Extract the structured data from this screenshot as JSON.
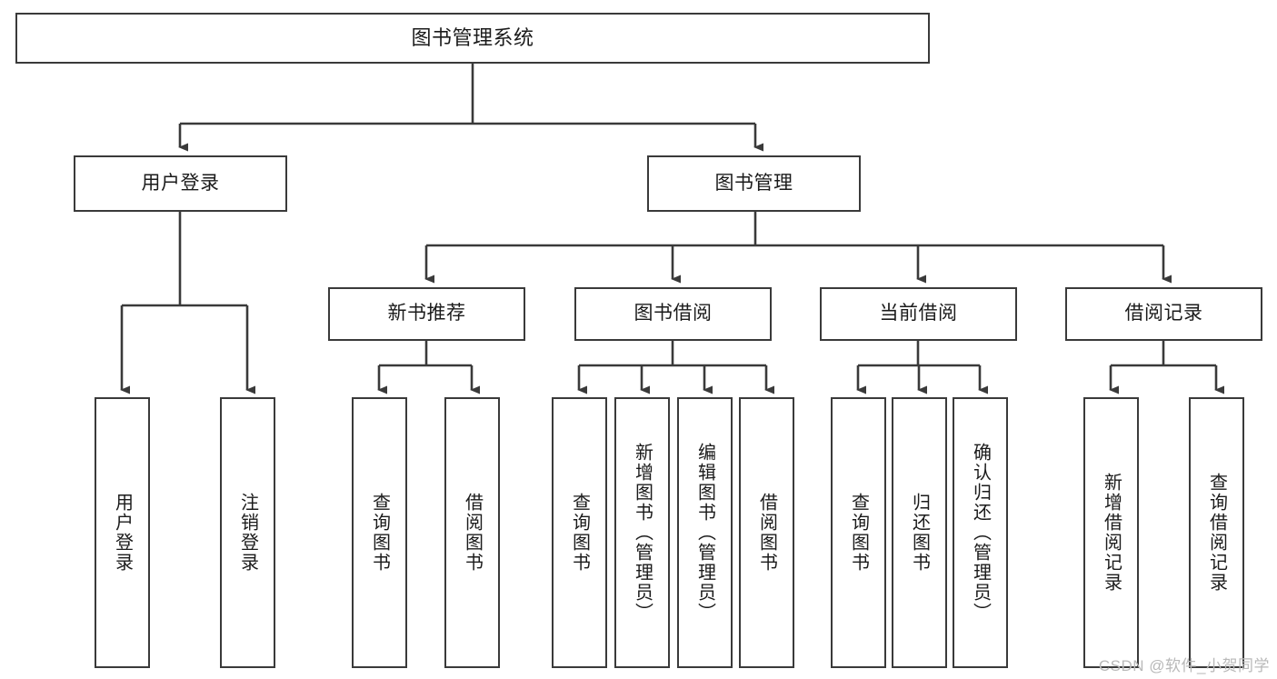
{
  "diagram": {
    "title": "图书管理系统",
    "type": "tree",
    "watermark": "CSDN @软件_小贺同学",
    "line_color": "#3a3a3a",
    "box_fill": "#ffffff",
    "text_color": "#1b1b1b",
    "watermark_color": "#b9b9b9"
  },
  "nodes": {
    "root": {
      "label": "图书管理系统",
      "level": 1
    },
    "level2": [
      {
        "id": "user-login",
        "label": "用户登录"
      },
      {
        "id": "book-manage",
        "label": "图书管理"
      }
    ],
    "level3": [
      {
        "id": "new-book-recommend",
        "label": "新书推荐",
        "parent": "book-manage"
      },
      {
        "id": "book-borrow",
        "label": "图书借阅",
        "parent": "book-manage"
      },
      {
        "id": "current-borrow",
        "label": "当前借阅",
        "parent": "book-manage"
      },
      {
        "id": "borrow-record",
        "label": "借阅记录",
        "parent": "book-manage"
      }
    ],
    "leaves": [
      {
        "id": "leaf-user-login",
        "label": "用户登录",
        "parent": "user-login"
      },
      {
        "id": "leaf-user-logout",
        "label": "注销登录",
        "parent": "user-login"
      },
      {
        "id": "leaf-query-book-1",
        "label": "查询图书",
        "parent": "new-book-recommend"
      },
      {
        "id": "leaf-borrow-book-1",
        "label": "借阅图书",
        "parent": "new-book-recommend"
      },
      {
        "id": "leaf-query-book-2",
        "label": "查询图书",
        "parent": "book-borrow"
      },
      {
        "id": "leaf-add-book",
        "label": "新增图书（管理员）",
        "parent": "book-borrow"
      },
      {
        "id": "leaf-edit-book",
        "label": "编辑图书（管理员）",
        "parent": "book-borrow"
      },
      {
        "id": "leaf-borrow-book-2",
        "label": "借阅图书",
        "parent": "book-borrow"
      },
      {
        "id": "leaf-query-book-3",
        "label": "查询图书",
        "parent": "current-borrow"
      },
      {
        "id": "leaf-return-book",
        "label": "归还图书",
        "parent": "current-borrow"
      },
      {
        "id": "leaf-confirm-return",
        "label": "确认归还（管理员）",
        "parent": "current-borrow"
      },
      {
        "id": "leaf-add-record",
        "label": "新增借阅记录",
        "parent": "borrow-record"
      },
      {
        "id": "leaf-query-record",
        "label": "查询借阅记录",
        "parent": "borrow-record"
      }
    ]
  }
}
